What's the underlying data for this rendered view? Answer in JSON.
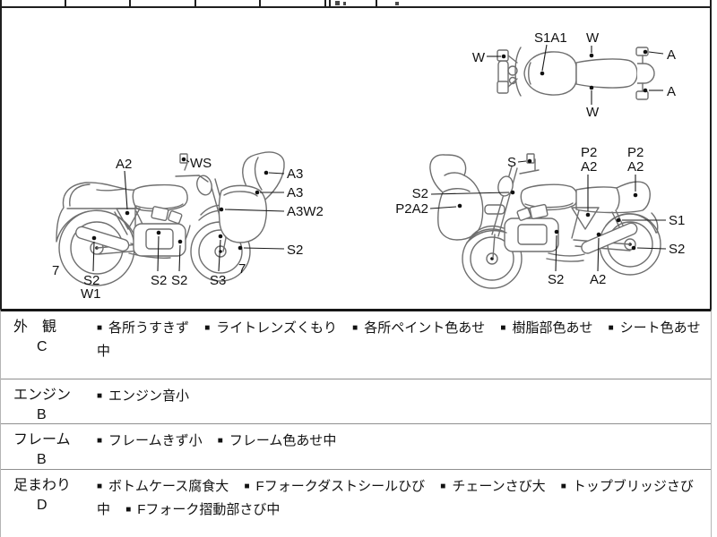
{
  "ui": {
    "bullet": "■"
  },
  "diagrams": {
    "top_view": {
      "labels": [
        "W",
        "S1A1",
        "W",
        "A",
        "W",
        "A"
      ]
    },
    "left_side": {
      "labels": [
        "A2",
        "WS",
        "A3",
        "A3",
        "A3W2",
        "S2",
        "7",
        "S2",
        "W1",
        "S2",
        "S2",
        "S3",
        "7"
      ]
    },
    "right_side": {
      "labels": [
        "S",
        "P2",
        "A2",
        "P2",
        "A2",
        "S2",
        "P2A2",
        "S1",
        "S2",
        "S2",
        "A2"
      ]
    }
  },
  "table": {
    "rows": [
      {
        "category": "外　観",
        "grade": "C",
        "comments": [
          "各所うすきず",
          "ライトレンズくもり",
          "各所ペイント色あせ",
          "樹脂部色あせ",
          "シート色あせ中"
        ]
      },
      {
        "category": "エンジン",
        "grade": "B",
        "comments": [
          "エンジン音小"
        ]
      },
      {
        "category": "フレーム",
        "grade": "B",
        "comments": [
          "フレームきず小",
          "フレーム色あせ中"
        ]
      },
      {
        "category": "足まわり",
        "grade": "D",
        "comments": [
          "ボトムケース腐食大",
          "Fフォークダストシールひび",
          "チェーンさび大",
          "トップブリッジさび中",
          "Fフォーク摺動部さび中"
        ]
      }
    ]
  }
}
